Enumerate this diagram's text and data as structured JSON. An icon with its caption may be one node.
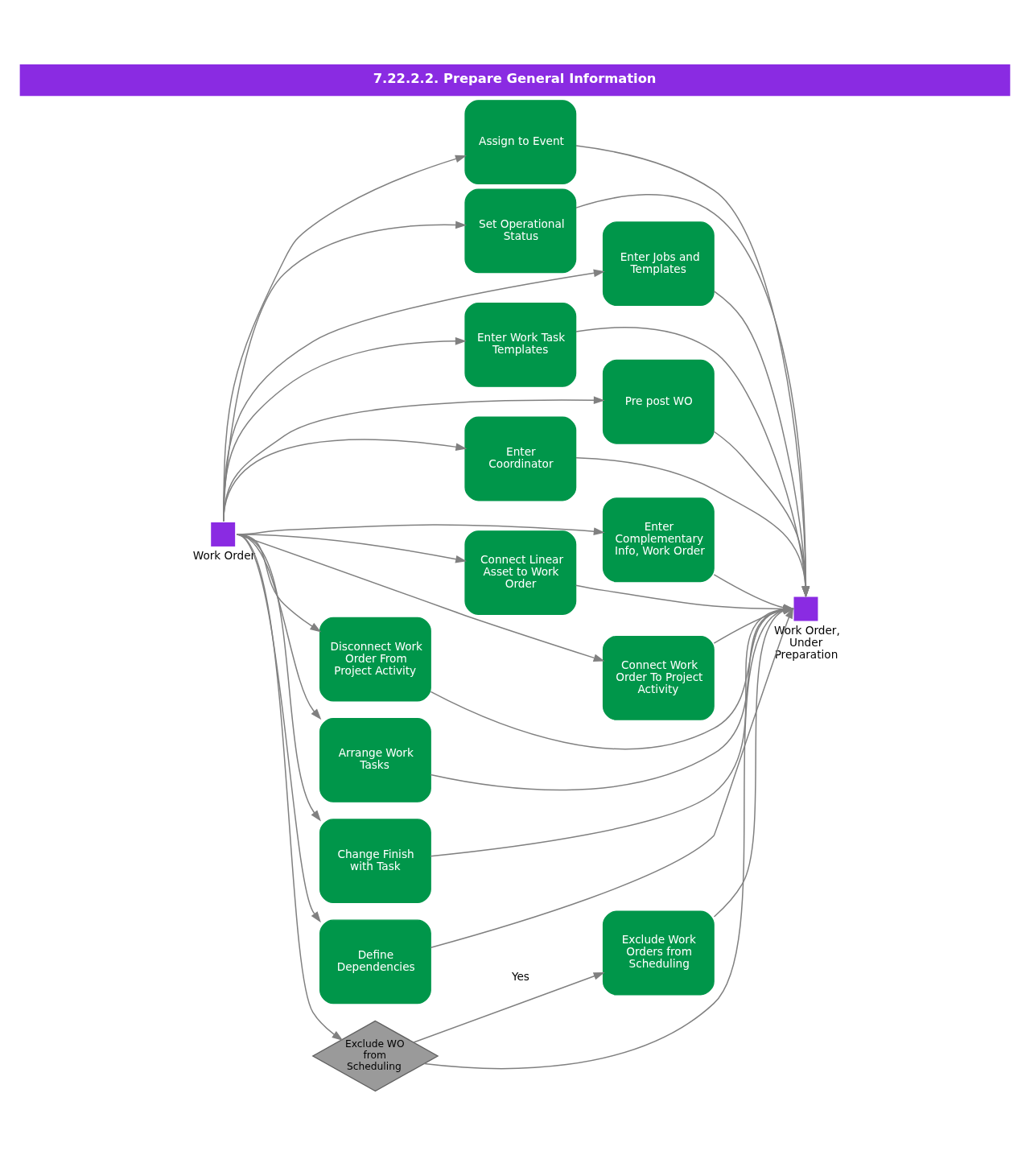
{
  "diagram": {
    "title": "7.22.2.2. Prepare General Information",
    "nodes": [
      {
        "text": [
          "Work Order"
        ]
      },
      {
        "text": [
          "Assign to Event"
        ]
      },
      {
        "text": [
          "Set Operational Status"
        ]
      },
      {
        "text": [
          "Enter Jobs and Templates"
        ]
      },
      {
        "text": [
          "Enter Work Task Templates"
        ]
      },
      {
        "text": [
          "Pre post WO"
        ]
      },
      {
        "text": [
          "Enter Coordinator"
        ]
      },
      {
        "text": [
          "Enter Complementary Info, Work Order"
        ]
      },
      {
        "text": [
          "Connect Linear Asset to Work Order"
        ]
      },
      {
        "text": [
          "Connect Work Order To Project Activity"
        ]
      },
      {
        "text": [
          "Disconnect Work Order From Project Activity"
        ]
      },
      {
        "text": [
          "Arrange Work Tasks"
        ]
      },
      {
        "text": [
          "Change Finish with Task"
        ]
      },
      {
        "text": [
          "Define Dependencies"
        ]
      },
      {
        "text": [
          "Exclude WO from Scheduling"
        ]
      },
      {
        "text": [
          "Exclude Work Orders from Scheduling"
        ]
      },
      {
        "text": [
          "Work Order, Under Preparation"
        ]
      }
    ],
    "edges": [
      {
        "from": 0,
        "to": 1,
        "arrow": "to"
      },
      {
        "from": 0,
        "to": 2,
        "arrow": "to"
      },
      {
        "from": 0,
        "to": 3,
        "arrow": "to"
      },
      {
        "from": 0,
        "to": 4,
        "arrow": "to"
      },
      {
        "from": 0,
        "to": 5,
        "arrow": "to"
      },
      {
        "from": 0,
        "to": 6,
        "arrow": "to"
      },
      {
        "from": 0,
        "to": 7,
        "arrow": "to"
      },
      {
        "from": 0,
        "to": 8,
        "arrow": "to"
      },
      {
        "from": 0,
        "to": 9,
        "arrow": "to"
      },
      {
        "from": 0,
        "to": 10,
        "arrow": "to"
      },
      {
        "from": 0,
        "to": 11,
        "arrow": "to"
      },
      {
        "from": 0,
        "to": 12,
        "arrow": "to"
      },
      {
        "from": 0,
        "to": 13,
        "arrow": "to"
      },
      {
        "from": 0,
        "to": 14,
        "arrow": "to"
      },
      {
        "from": 1,
        "to": 16,
        "arrow": "to"
      },
      {
        "from": 2,
        "to": 16,
        "arrow": "to"
      },
      {
        "from": 3,
        "to": 16,
        "arrow": "to"
      },
      {
        "from": 4,
        "to": 16,
        "arrow": "to"
      },
      {
        "from": 5,
        "to": 16,
        "arrow": "to"
      },
      {
        "from": 6,
        "to": 16,
        "arrow": "to"
      },
      {
        "from": 7,
        "to": 16,
        "arrow": "to"
      },
      {
        "from": 8,
        "to": 16,
        "arrow": "to"
      },
      {
        "from": 9,
        "to": 16,
        "arrow": "to"
      },
      {
        "from": 10,
        "to": 16,
        "arrow": "to"
      },
      {
        "from": 11,
        "to": 16,
        "arrow": "to"
      },
      {
        "from": 12,
        "to": 16,
        "arrow": "to"
      },
      {
        "from": 13,
        "to": 16,
        "arrow": "to"
      },
      {
        "from": 14,
        "to": 16,
        "arrow": "to"
      },
      {
        "from": 14,
        "to": 15,
        "arrow": "to",
        "label": "Yes"
      },
      {
        "from": 15,
        "to": 16,
        "arrow": "to"
      }
    ]
  }
}
